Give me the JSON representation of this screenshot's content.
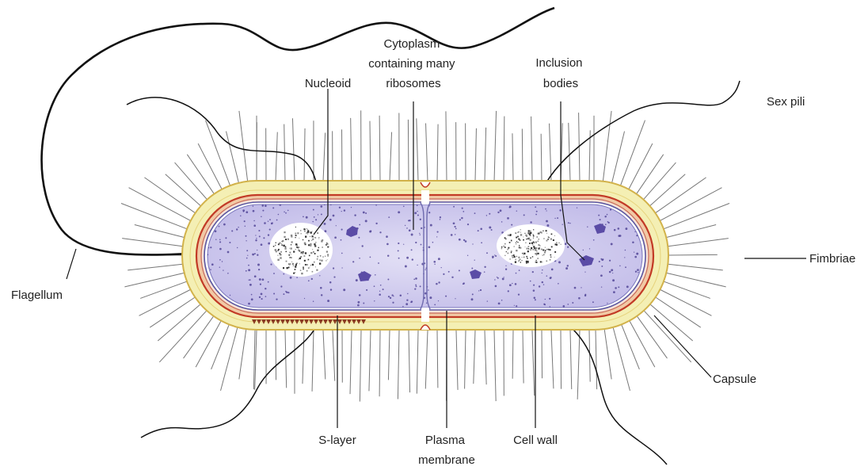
{
  "labels": {
    "cytoplasm": [
      "Cytoplasm",
      "containing many",
      "ribosomes"
    ],
    "nucleoid": "Nucleoid",
    "inclusion_bodies": [
      "Inclusion",
      "bodies"
    ],
    "sex_pili": "Sex pili",
    "fimbriae": "Fimbriae",
    "flagellum": "Flagellum",
    "capsule": "Capsule",
    "s_layer": "S-layer",
    "plasma_membrane": [
      "Plasma",
      "membrane"
    ],
    "cell_wall": "Cell wall"
  },
  "colors": {
    "capsule": "#f4efb4",
    "capsule_edge": "#d8b84e",
    "cell_wall": "#c23a26",
    "membrane": "#5a56a0",
    "cytoplasm": "#d9d6f2",
    "cytoplasm_inner": "#c5c0ea",
    "ribosome": "#4b3f92",
    "nucleoid": "#ffffff",
    "inclusion": "#5b4ca6",
    "fimbriae": "#777777",
    "line": "#111111"
  }
}
